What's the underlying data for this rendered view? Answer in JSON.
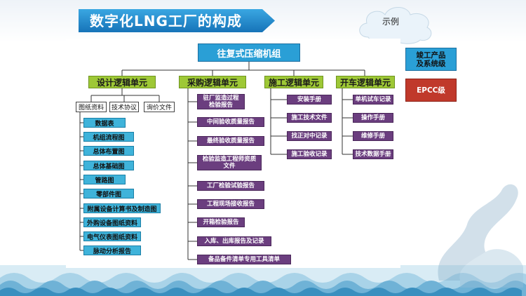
{
  "title": "数字化LNG工厂的构成",
  "legend": {
    "label": "示例",
    "item1": "竣工产品\n及系统级",
    "item2": "EPCC级"
  },
  "root": "往复式压缩机组",
  "units": [
    {
      "label": "设计逻辑单元",
      "subs": [
        "图纸资料",
        "技术协议",
        "询价文件"
      ],
      "items": [
        "数据表",
        "机组流程图",
        "总体布置图",
        "总体基础图",
        "管路图",
        "零部件图",
        "附属设备计算书及制造图",
        "外购设备图纸资料",
        "电气仪表图纸资料",
        "脉动分析报告"
      ]
    },
    {
      "label": "采购逻辑单元",
      "items": [
        "驻厂监造过程\n检验报告",
        "中间验收质量报告",
        "最终验收质量报告",
        "检验监造工程师资质\n文件",
        "工厂检验试验报告",
        "工程现场接收报告",
        "开箱检验报告",
        "入库、出库报告及记录",
        "备品备件清单专用工具清单"
      ]
    },
    {
      "label": "施工逻辑单元",
      "items": [
        "安装手册",
        "施工技术文件",
        "找正对中记录",
        "施工验收记录"
      ]
    },
    {
      "label": "开车逻辑单元",
      "items": [
        "单机试车记录",
        "操作手册",
        "维修手册",
        "技术数据手册"
      ]
    }
  ],
  "colors": {
    "banner": "#1f8fd0",
    "root": "#2a9fd6",
    "unit": "#9ec836",
    "blue_item": "#3fb3da",
    "purple_item": "#6b3e7f",
    "legend_red": "#c0392b"
  }
}
